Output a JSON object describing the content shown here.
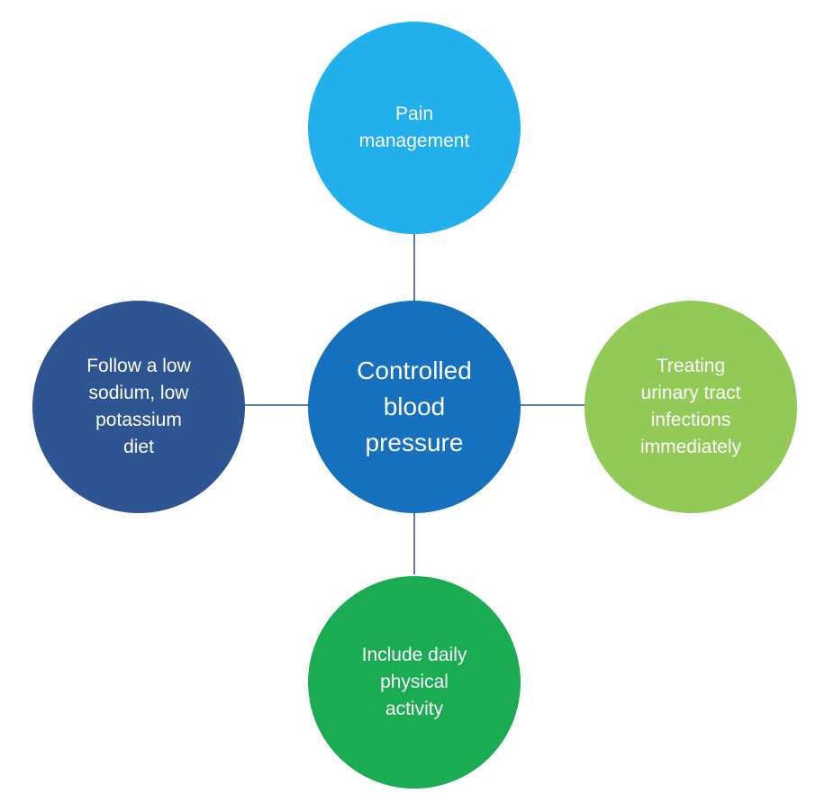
{
  "diagram": {
    "center": {
      "label": "Controlled\nblood\npressure",
      "color": "#1570bd"
    },
    "top": {
      "label": "Pain\nmanagement",
      "color": "#22b0ec"
    },
    "left": {
      "label": "Follow a low\nsodium, low\npotassium\ndiet",
      "color": "#2e5591"
    },
    "right": {
      "label": "Treating\nurinary tract\ninfections\nimmediately",
      "color": "#92c957"
    },
    "bottom": {
      "label": "Include daily\nphysical\nactivity",
      "color": "#1bab52"
    },
    "connector_color": "#5b7db6"
  }
}
